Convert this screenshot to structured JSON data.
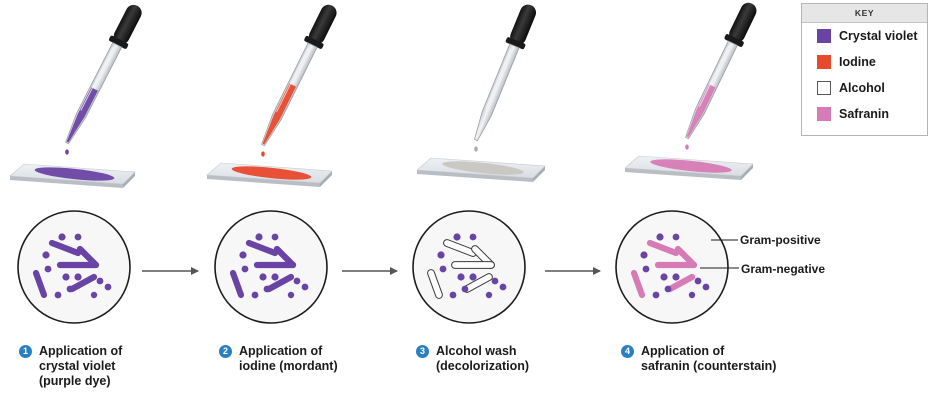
{
  "colors": {
    "crystal_violet": "#6a44a4",
    "iodine": "#e8492c",
    "alcohol": "#ffffff",
    "safranin": "#d77bb6",
    "step_number": "#2a7fc0"
  },
  "key": {
    "header": "KEY",
    "items": [
      {
        "label": "Crystal violet",
        "color": "#6a44a4"
      },
      {
        "label": "Iodine",
        "color": "#e8492c"
      },
      {
        "label": "Alcohol",
        "color": "#ffffff"
      },
      {
        "label": "Safranin",
        "color": "#d77bb6"
      }
    ]
  },
  "steps": [
    {
      "number": "1",
      "lines": [
        "Application of",
        "crystal violet",
        "(purple dye)"
      ]
    },
    {
      "number": "2",
      "lines": [
        "Application of",
        "iodine (mordant)"
      ]
    },
    {
      "number": "3",
      "lines": [
        "Alcohol wash",
        "(decolorization)"
      ]
    },
    {
      "number": "4",
      "lines": [
        "Application of",
        "safranin (counterstain)"
      ]
    }
  ],
  "callouts": {
    "gram_positive": "Gram-positive",
    "gram_negative": "Gram-negative"
  },
  "icons": [
    "dropper-icon",
    "slide-icon",
    "arrow-right-icon",
    "step-number-icon"
  ]
}
